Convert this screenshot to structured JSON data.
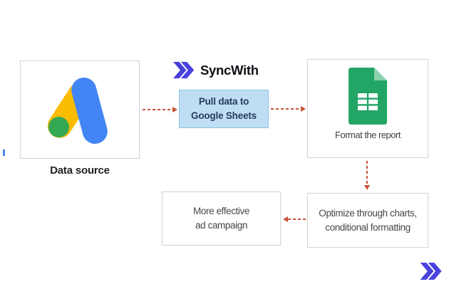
{
  "brand": {
    "name": "SyncWith",
    "chevron_icon": "double-chevron-right",
    "chevron_color": "#463ED9"
  },
  "flow": {
    "data_source": {
      "label": "Data source",
      "icon": "google-ads-icon"
    },
    "pull_data": {
      "line1": "Pull data to",
      "line2": "Google Sheets"
    },
    "format_report": {
      "label": "Format the report",
      "icon": "google-sheets-icon"
    },
    "optimize": {
      "line1": "Optimize through charts,",
      "line2": "conditional formatting"
    },
    "campaign": {
      "line1": "More effective",
      "line2": "ad campaign"
    }
  },
  "colors": {
    "arrow": "#C9523B",
    "pull_box_bg": "#BFDEF4",
    "pull_box_border": "#8FC3E4",
    "ads_yellow": "#FBBC04",
    "ads_blue": "#4285F4",
    "ads_green": "#34A853",
    "sheets_green": "#23A566",
    "sheets_fold": "#8ED1AE",
    "chevron_purple": "#463ED9"
  }
}
